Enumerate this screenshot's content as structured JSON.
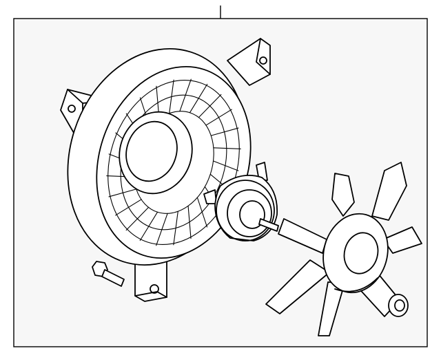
{
  "figure": {
    "background_color": "#f7f7f7",
    "line_color": "#000000"
  },
  "parts": [
    {
      "name": "fan-shroud"
    },
    {
      "name": "fan-motor"
    },
    {
      "name": "fan-blade"
    },
    {
      "name": "bolt"
    },
    {
      "name": "nut"
    }
  ]
}
